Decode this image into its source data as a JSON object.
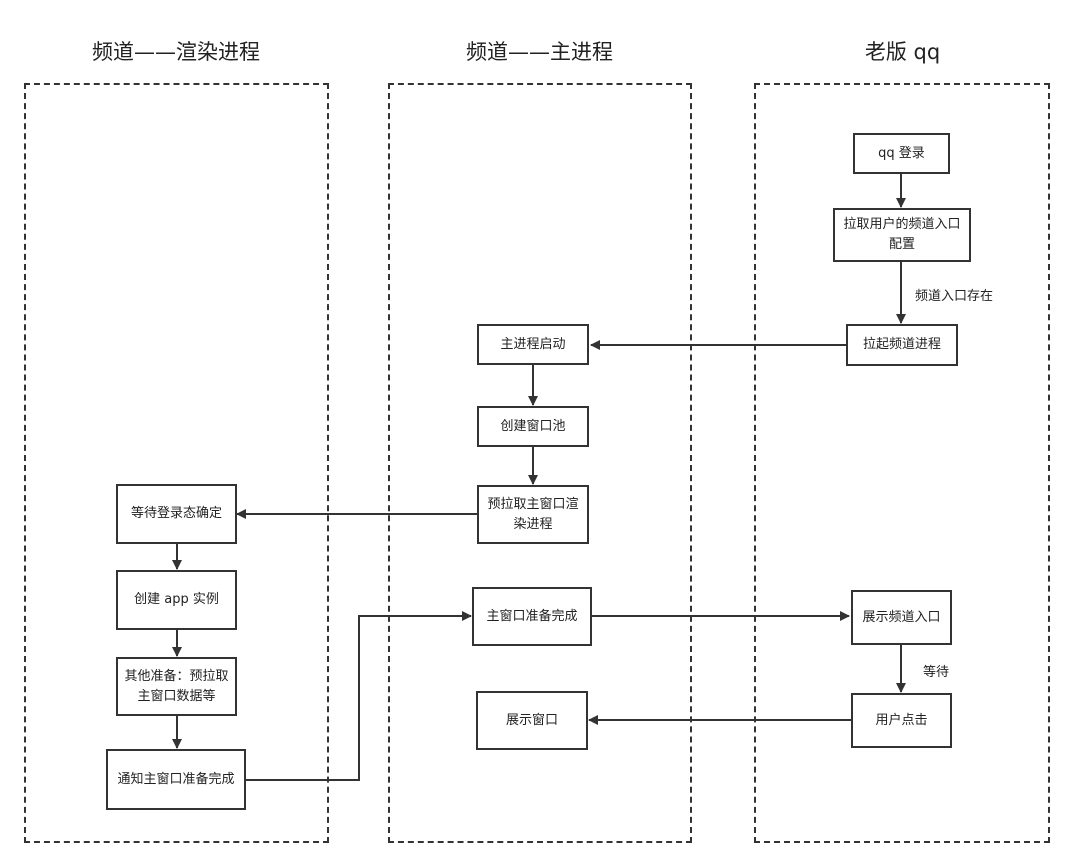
{
  "lanes": {
    "render": "频道——渲染进程",
    "main": "频道——主进程",
    "oldqq": "老版 qq"
  },
  "nodes": {
    "qq_login": "qq 登录",
    "fetch_config": "拉取用户的频道入口配置",
    "launch_channel": "拉起频道进程",
    "main_start": "主进程启动",
    "create_pool": "创建窗口池",
    "prefetch_render": "预拉取主窗口渲染进程",
    "wait_login": "等待登录态确定",
    "create_app": "创建 app 实例",
    "other_prep": "其他准备：预拉取主窗口数据等",
    "notify_ready": "通知主窗口准备完成",
    "main_ready": "主窗口准备完成",
    "show_entry": "展示频道入口",
    "user_click": "用户点击",
    "show_window": "展示窗口"
  },
  "edge_labels": {
    "entry_exists": "频道入口存在",
    "wait": "等待"
  }
}
